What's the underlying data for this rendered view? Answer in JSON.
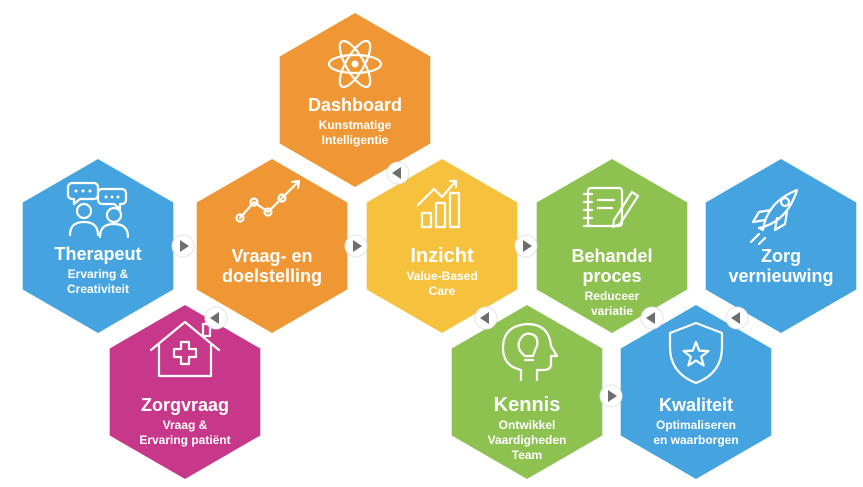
{
  "nodes": [
    {
      "id": "dashboard",
      "title": [
        "Dashboard"
      ],
      "subtitle": [
        "Kunstmatige",
        "Intelligentie"
      ],
      "color": "#EF9734",
      "icon": "atom-icon"
    },
    {
      "id": "therapeut",
      "title": [
        "Therapeut"
      ],
      "subtitle": [
        "Ervaring &",
        "Creativiteit"
      ],
      "color": "#45A3E0",
      "icon": "people-chat-icon"
    },
    {
      "id": "vraag",
      "title": [
        "Vraag- en",
        "doelstelling"
      ],
      "subtitle": [],
      "color": "#EF9734",
      "icon": "line-graph-icon"
    },
    {
      "id": "inzicht",
      "title": [
        "Inzicht"
      ],
      "subtitle": [
        "Value-Based",
        "Care"
      ],
      "color": "#F6C23E",
      "icon": "bar-chart-icon"
    },
    {
      "id": "behandel",
      "title": [
        "Behandel",
        "proces"
      ],
      "subtitle": [
        "Reduceer",
        "variatie"
      ],
      "color": "#8DC150",
      "icon": "notebook-pen-icon"
    },
    {
      "id": "zorgvernieuwing",
      "title": [
        "Zorg",
        "vernieuwing"
      ],
      "subtitle": [],
      "color": "#45A3E0",
      "icon": "rocket-icon"
    },
    {
      "id": "zorgvraag",
      "title": [
        "Zorgvraag"
      ],
      "subtitle": [
        "Vraag &",
        "Ervaring patiënt"
      ],
      "color": "#C8388A",
      "icon": "house-cross-icon"
    },
    {
      "id": "kennis",
      "title": [
        "Kennis"
      ],
      "subtitle": [
        "Ontwikkel",
        "Vaardigheden",
        "Team"
      ],
      "color": "#8DC150",
      "icon": "head-bulb-icon"
    },
    {
      "id": "kwaliteit",
      "title": [
        "Kwaliteit"
      ],
      "subtitle": [
        "Optimaliseren",
        "en waarborgen"
      ],
      "color": "#45A3E0",
      "icon": "shield-star-icon"
    }
  ],
  "connectors": [
    {
      "from": "therapeut",
      "to": "vraag",
      "direction": "right"
    },
    {
      "from": "vraag",
      "to": "inzicht",
      "direction": "right"
    },
    {
      "from": "inzicht",
      "to": "behandel",
      "direction": "right"
    },
    {
      "from": "inzicht",
      "to": "dashboard",
      "direction": "left"
    },
    {
      "from": "vraag",
      "to": "zorgvraag",
      "direction": "left"
    },
    {
      "from": "kennis",
      "to": "inzicht",
      "direction": "left"
    },
    {
      "from": "behandel",
      "to": "kennis",
      "direction": "left"
    },
    {
      "from": "zorgvernieuwing",
      "to": "kwaliteit",
      "direction": "left"
    },
    {
      "from": "kennis",
      "to": "kwaliteit",
      "direction": "right"
    }
  ]
}
